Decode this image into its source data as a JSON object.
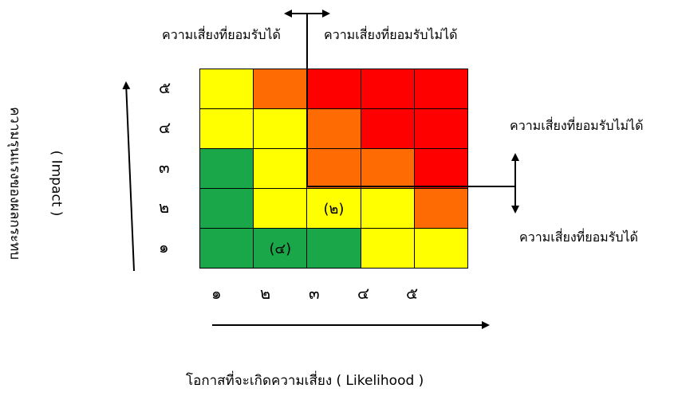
{
  "labels": {
    "top_left": "ความเสี่ยงที่ยอมรับได้",
    "top_right": "ความเสี่ยงที่ยอมรับไม่ได้",
    "right_top": "ความเสี่ยงที่ยอมรับไม่ได้",
    "right_bottom": "ความเสี่ยงที่ยอมรับได้",
    "x_axis": "โอกาสที่จะเกิดความเสี่ยง ( Likelihood )",
    "y_axis_line1": "ความรุนแรงของผลกระทบ",
    "y_axis_line2": "( Impact )"
  },
  "colors": {
    "green": "#1aa74a",
    "yellow": "#ffff00",
    "orange": "#fe6b02",
    "red": "#fe0000"
  },
  "chart_data": {
    "type": "heatmap",
    "x_ticks": [
      "๑",
      "๒",
      "๓",
      "๔",
      "๕"
    ],
    "y_ticks": [
      "๕",
      "๔",
      "๓",
      "๒",
      "๑"
    ],
    "cells": [
      [
        "yellow",
        "orange",
        "red",
        "red",
        "red"
      ],
      [
        "yellow",
        "yellow",
        "orange",
        "red",
        "red"
      ],
      [
        "green",
        "yellow",
        "orange",
        "orange",
        "red"
      ],
      [
        "green",
        "yellow",
        "yellow",
        "yellow",
        "orange"
      ],
      [
        "green",
        "green",
        "green",
        "yellow",
        "yellow"
      ]
    ],
    "annotations": [
      {
        "row": 3,
        "col": 2,
        "text": "(๒)"
      },
      {
        "row": 4,
        "col": 1,
        "text": "(๔)"
      }
    ]
  }
}
